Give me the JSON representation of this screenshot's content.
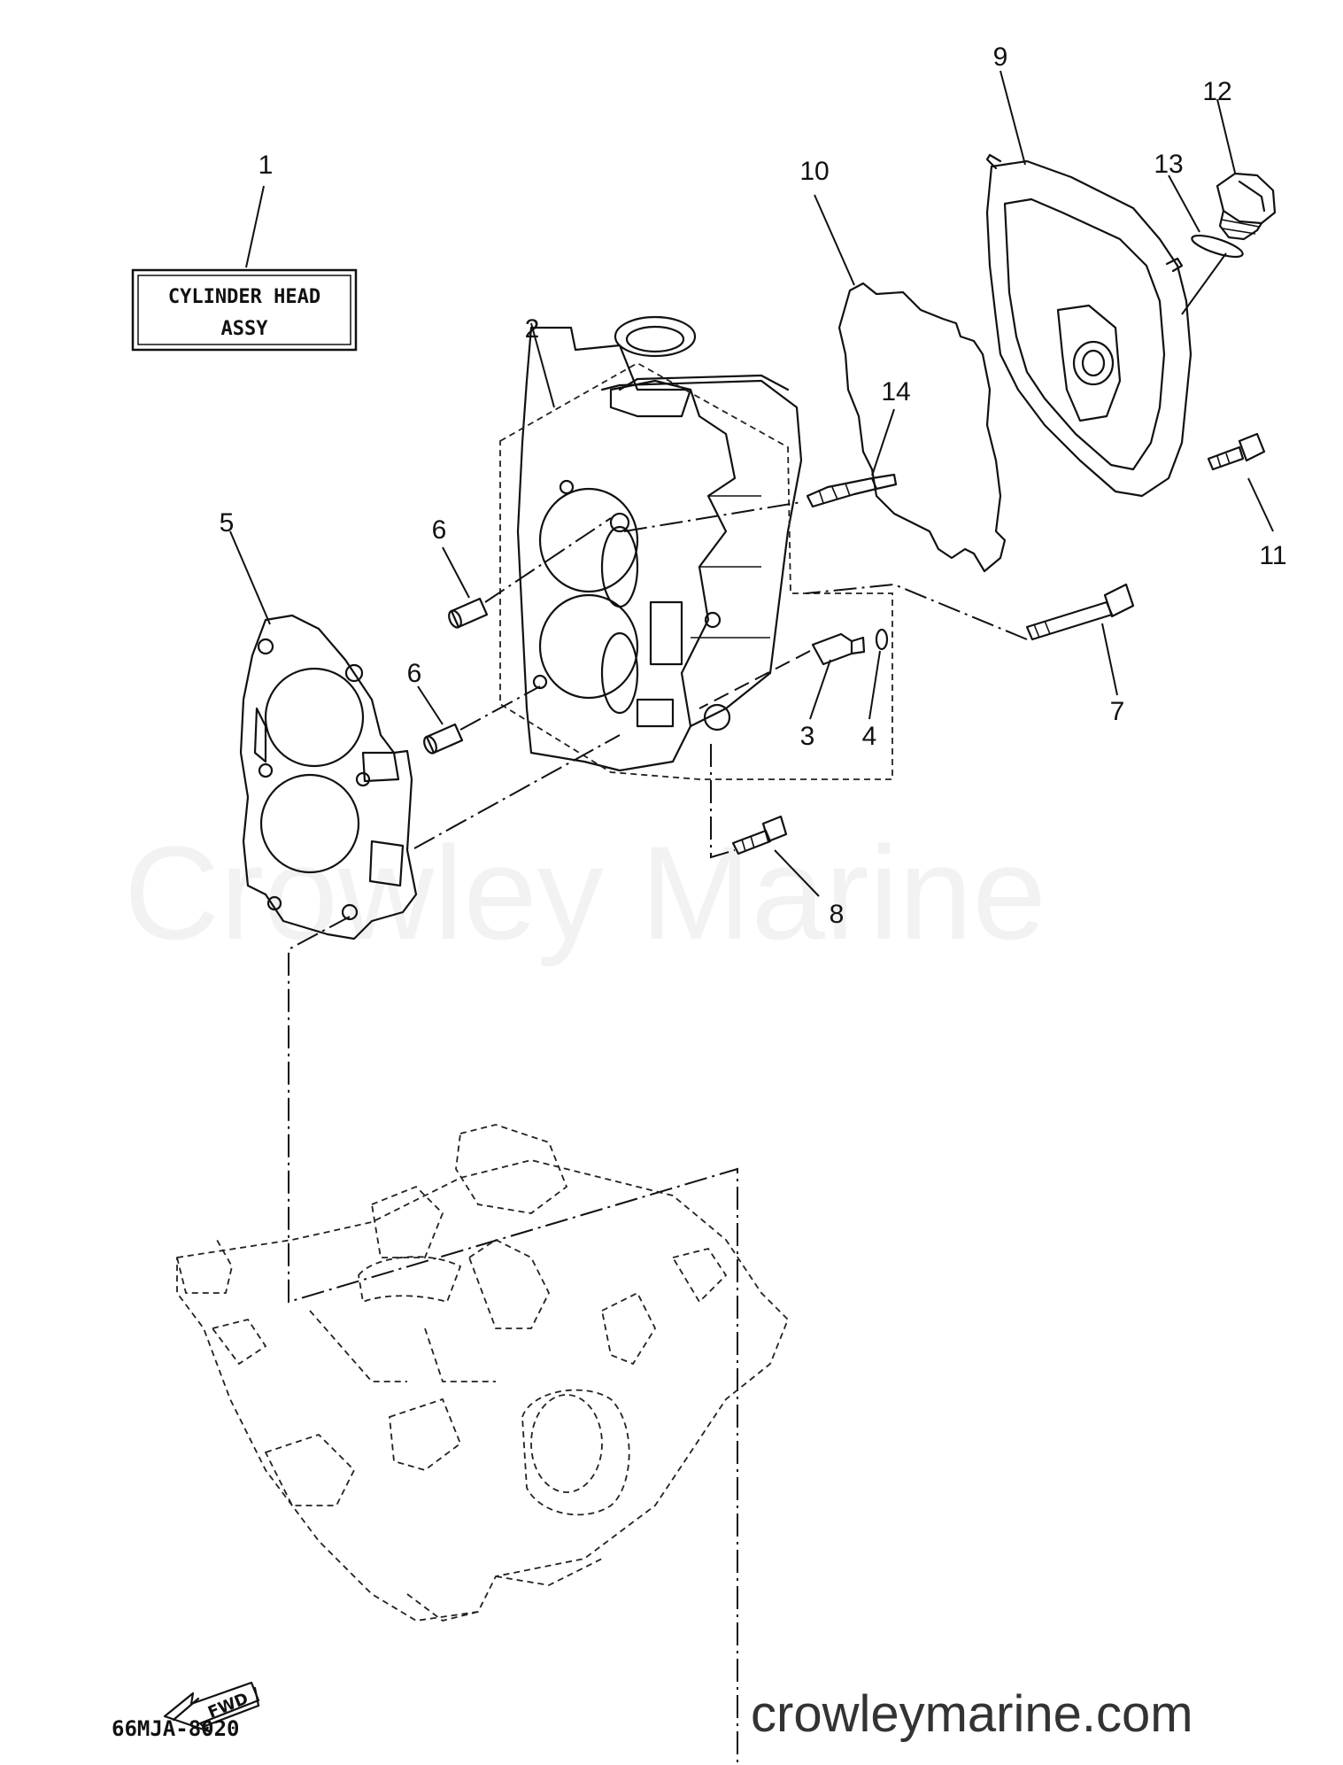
{
  "diagram": {
    "assembly_box": {
      "line1": "CYLINDER HEAD",
      "line2": "ASSY"
    },
    "callouts": {
      "c1": "1",
      "c2": "2",
      "c3": "3",
      "c4": "4",
      "c5": "5",
      "c6a": "6",
      "c6b": "6",
      "c7": "7",
      "c8": "8",
      "c9": "9",
      "c10": "10",
      "c11": "11",
      "c12": "12",
      "c13": "13",
      "c14": "14"
    },
    "fwd_label": "FWD",
    "diagram_code": "66MJA-8020",
    "watermark": "Crowley Marine",
    "website": "crowleymarine.com"
  }
}
